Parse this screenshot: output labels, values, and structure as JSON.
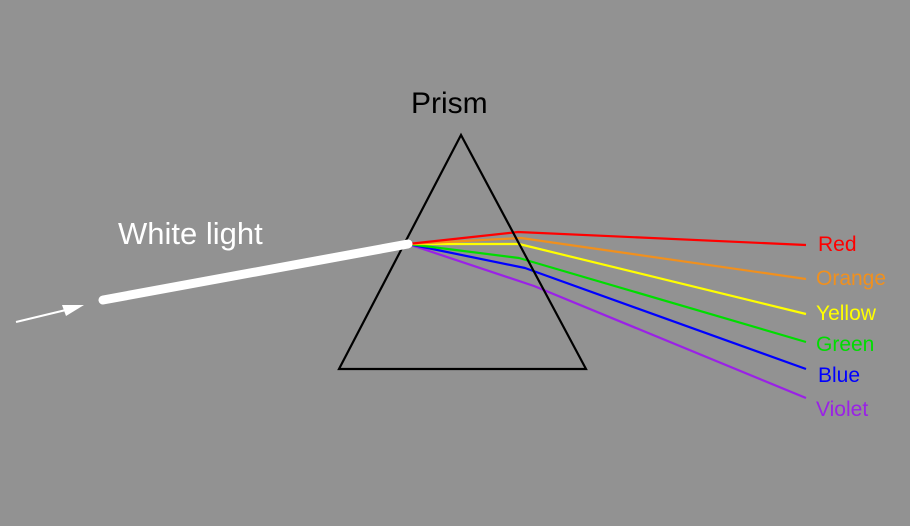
{
  "diagram": {
    "title": "Prism",
    "incident_label": "White light",
    "colors": {
      "background": "#929292",
      "prism_outline": "#000000",
      "white_beam": "#ffffff",
      "arrow": "#ffffff"
    },
    "spectrum": [
      {
        "id": "red",
        "label": "Red",
        "color": "#ff0000"
      },
      {
        "id": "orange",
        "label": "Orange",
        "color": "#f0901e"
      },
      {
        "id": "yellow",
        "label": "Yellow",
        "color": "#ffff00"
      },
      {
        "id": "green",
        "label": "Green",
        "color": "#00dd00"
      },
      {
        "id": "blue",
        "label": "Blue",
        "color": "#0000ff"
      },
      {
        "id": "violet",
        "label": "Violet",
        "color": "#9a22e6"
      }
    ]
  }
}
